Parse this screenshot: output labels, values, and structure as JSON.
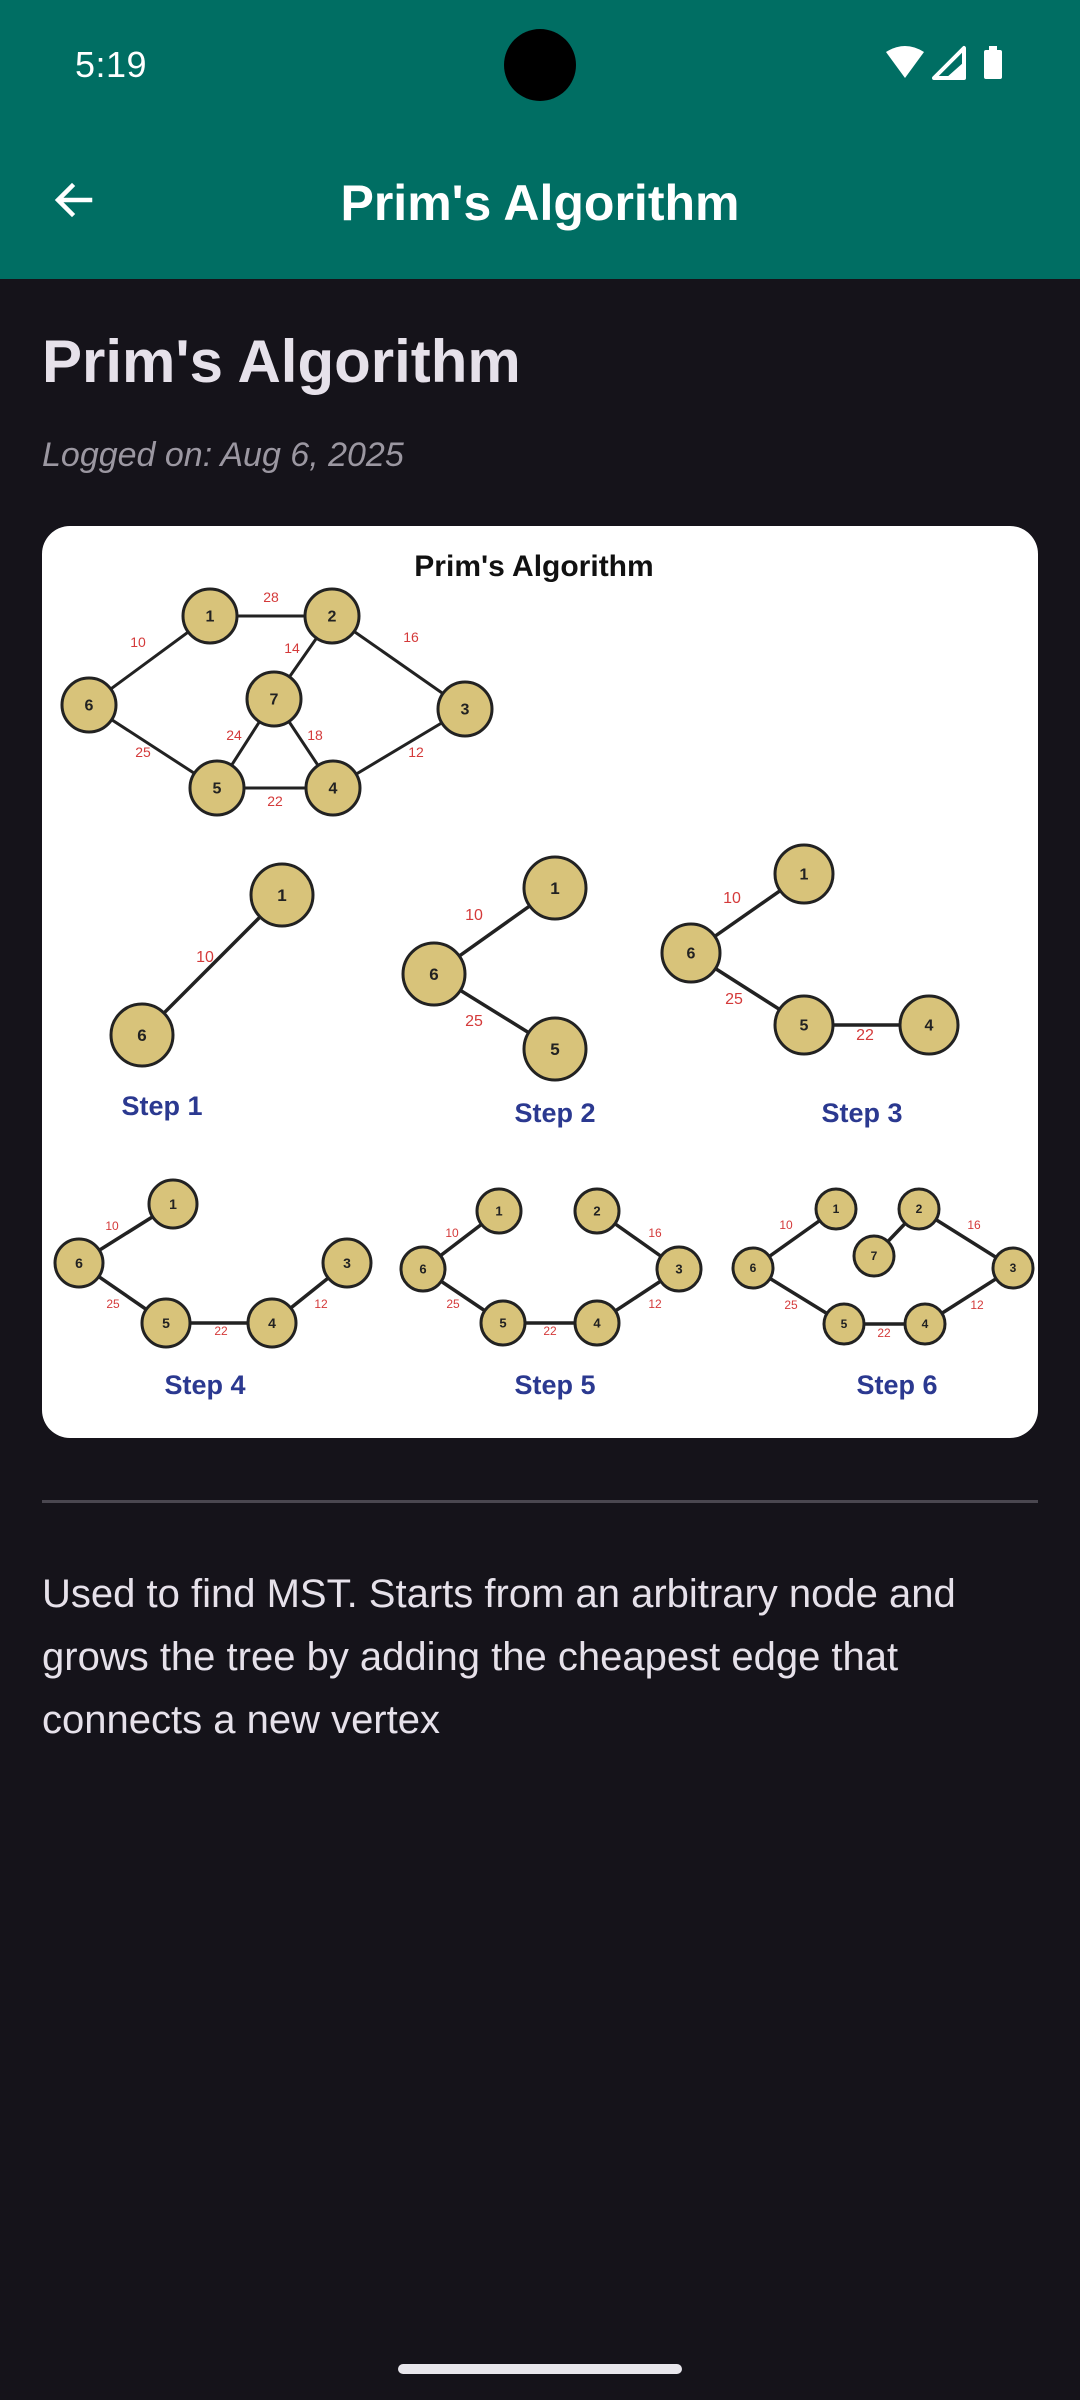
{
  "status_bar": {
    "time": "5:19",
    "icons": [
      "wifi-icon",
      "signal-icon",
      "battery-icon"
    ]
  },
  "toolbar": {
    "back_icon": "arrow-left-icon",
    "title": "Prim's Algorithm"
  },
  "entry": {
    "title": "Prim's Algorithm",
    "logged_on": "Logged on: Aug 6, 2025",
    "description": "Used to find MST. Starts from an arbitrary node and grows the tree by adding the cheapest edge that connects a new vertex"
  },
  "figure": {
    "title": "Prim's Algorithm",
    "step_labels": [
      "Step 1",
      "Step 2",
      "Step 3",
      "Step 4",
      "Step 5",
      "Step 6"
    ],
    "node_color": "#d8c37a",
    "weight_color": "#d43a3a",
    "step_label_color": "#2b3990"
  },
  "colors": {
    "app_bar": "#006e63",
    "background": "#15131a"
  }
}
